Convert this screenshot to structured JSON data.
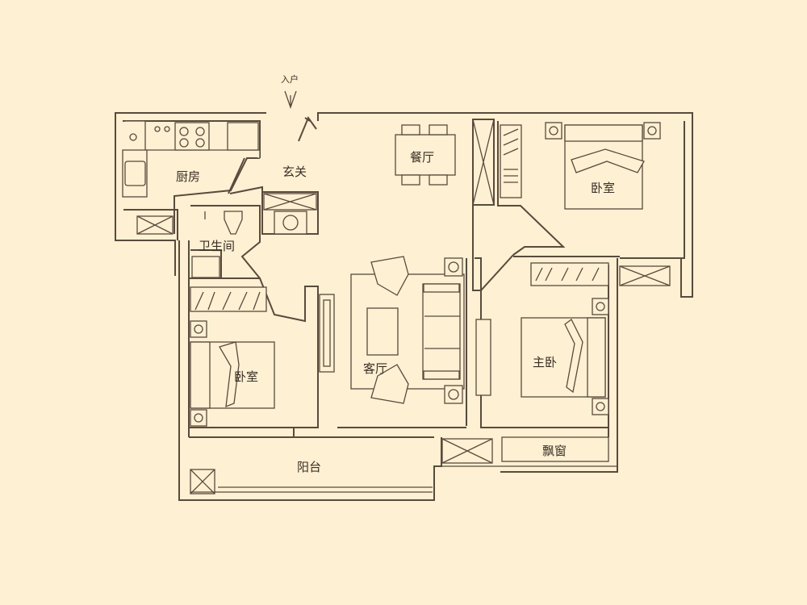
{
  "rooms": {
    "entry_marker": "入户",
    "foyer": "玄关",
    "kitchen": "厨房",
    "dining": "餐厅",
    "bedroom_ne": "卧室",
    "bathroom": "卫生间",
    "living": "客厅",
    "master": "主卧",
    "bedroom_sw": "卧室",
    "balcony": "阳台",
    "bay_window": "飘窗"
  },
  "colors": {
    "background": "#fdf0d3",
    "line": "#5a4a3c",
    "text": "#3a2e25"
  }
}
